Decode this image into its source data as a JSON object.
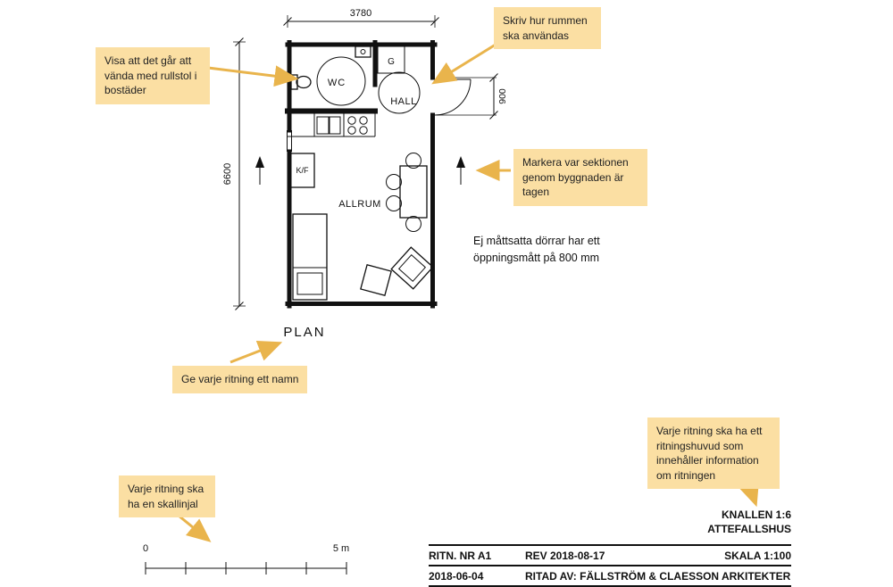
{
  "colors": {
    "callout_bg": "#fbdfa3",
    "arrow": "#e9b44c",
    "ink": "#111111"
  },
  "plan": {
    "title": "PLAN",
    "labels": {
      "wc": "WC",
      "hall": "HALL",
      "allrum": "ALLRUM",
      "kf": "K/F",
      "g": "G"
    },
    "dimensions": {
      "width": "3780",
      "height": "6600",
      "door": "900"
    }
  },
  "callouts": {
    "wheelchair": "Visa att det går att vända med rullstol i bostäder",
    "room_use": "Skriv hur rummen ska användas",
    "section": "Markera var sektionen genom byggnaden är tagen",
    "drawing_name": "Ge varje ritning ett namn",
    "title_block": "Varje ritning ska ha ett ritningshuvud som innehåller information om ritningen",
    "scale_bar": "Varje ritning ska ha en skallinjal"
  },
  "note": "Ej måttsatta dörrar har ett öppningsmått på 800 mm",
  "scalebar": {
    "zero": "0",
    "five": "5 m"
  },
  "titleblock": {
    "project": "KNALLEN 1:6",
    "building": "ATTEFALLSHUS",
    "drawing_no": "RITN. NR A1",
    "revision": "REV 2018-08-17",
    "scale": "SKALA 1:100",
    "date": "2018-06-04",
    "author": "RITAD AV: FÄLLSTRÖM & CLAESSON ARKITEKTER"
  }
}
